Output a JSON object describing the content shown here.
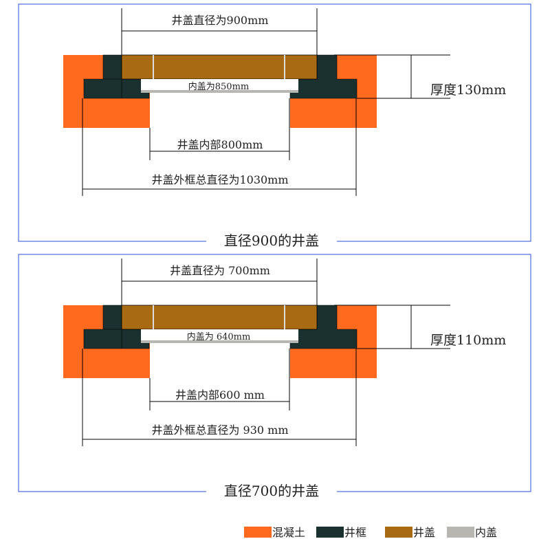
{
  "colors": {
    "concrete": "#ff6a1f",
    "frame": "#1b312f",
    "cover": "#a86a12",
    "inner_cover": "#b8b6b0",
    "border": "#2a4fd6"
  },
  "panels": [
    {
      "caption": "直径900的井盖",
      "cover_diameter": "井盖直径为900mm",
      "inner_cover": "内盖为850mm",
      "inner_opening": "井盖内部800mm",
      "outer_frame": "井盖外框总直径为1030mm",
      "thickness": "厚度130mm"
    },
    {
      "caption": "直径700的井盖",
      "cover_diameter": "井盖直径为 700mm",
      "inner_cover": "内盖为 640mm",
      "inner_opening": "井盖内部600 mm",
      "outer_frame": "井盖外框总直径为 930 mm",
      "thickness": "厚度110mm"
    }
  ],
  "legend": [
    {
      "label": "混凝土",
      "color": "#ff6a1f"
    },
    {
      "label": "井框",
      "color": "#1b312f"
    },
    {
      "label": "井盖",
      "color": "#a86a12"
    },
    {
      "label": "内盖",
      "color": "#b8b6b0"
    }
  ]
}
